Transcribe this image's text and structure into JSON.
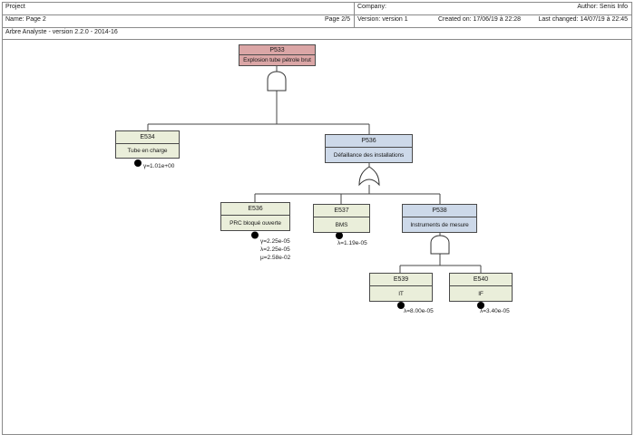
{
  "header": {
    "project_label": "Project",
    "name": "Name: Page 2",
    "page": "Page 2/5",
    "company": "Company:",
    "author": "Author: Senis Info",
    "version": "Version: version 1",
    "created": "Created on: 17/06/19 à 22:28",
    "last_changed": "Last changed: 14/07/19 à 22:45",
    "app_version": "Arbre Analyste - version 2.2.0 - 2014-16"
  },
  "colors": {
    "top_event": "#dba6a6",
    "gate_node": "#cdd9e9",
    "basic_event": "#eaeeda",
    "line": "#444444"
  },
  "tree": {
    "p533": {
      "id": "P533",
      "label": "Explosion tube pétrole brut",
      "gate": "and-gate"
    },
    "e534": {
      "id": "E534",
      "label": "Tube en charge",
      "params": [
        "γ=1.01e+00"
      ]
    },
    "p536": {
      "id": "P536",
      "label": "Défaillance des installations",
      "gate": "or-gate"
    },
    "e536": {
      "id": "E536",
      "label": "PRC bloqué ouverte",
      "params": [
        "γ=2.25e-05",
        "λ=2.25e-05",
        "μ=2.58e-02"
      ]
    },
    "e537": {
      "id": "E537",
      "label": "BMS",
      "params": [
        "λ=1.19e-05"
      ]
    },
    "p538": {
      "id": "P538",
      "label": "Instruments de mesure",
      "gate": "and-gate"
    },
    "e539": {
      "id": "E539",
      "label": "IT",
      "params": [
        "λ=8.00e-05"
      ]
    },
    "e540": {
      "id": "E540",
      "label": "IF",
      "params": [
        "λ=3.40e-05"
      ]
    }
  }
}
